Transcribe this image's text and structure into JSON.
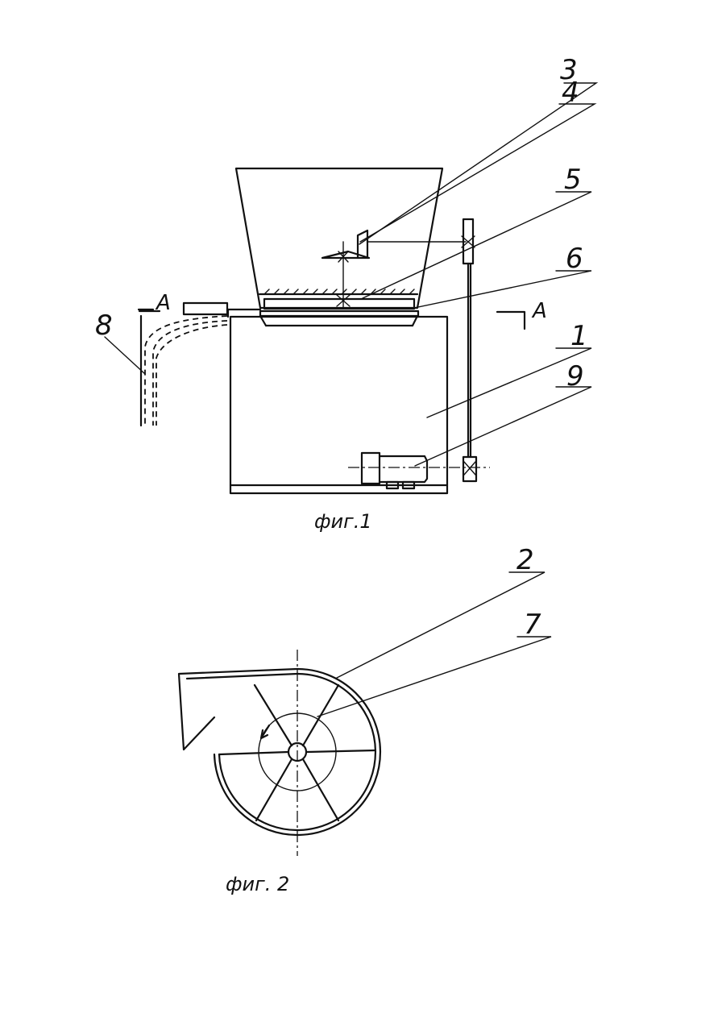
{
  "figure1": {
    "caption": "фиг.1",
    "section_marker": "A",
    "labels": {
      "n1": "1",
      "n3": "3",
      "n4": "4",
      "n5": "5",
      "n6": "6",
      "n8": "8",
      "n9": "9"
    }
  },
  "figure2": {
    "caption": "фиг. 2",
    "labels": {
      "n2": "2",
      "n7": "7"
    }
  }
}
